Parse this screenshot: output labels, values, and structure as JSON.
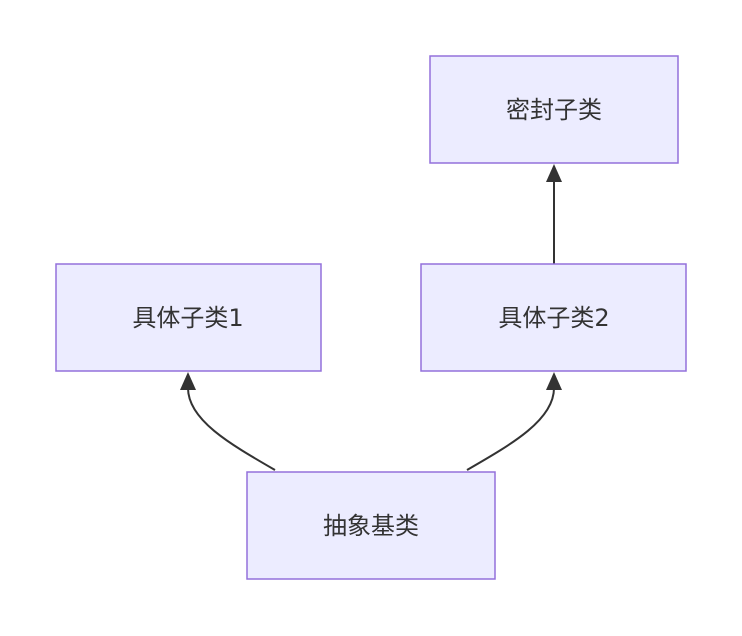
{
  "diagram": {
    "type": "flowchart-bottom-to-top",
    "colors": {
      "node_fill": "#ececff",
      "node_stroke": "#9370db",
      "edge": "#333333",
      "text": "#333333"
    },
    "nodes": {
      "sealed": {
        "label": "密封子类"
      },
      "concrete1": {
        "label": "具体子类1"
      },
      "concrete2": {
        "label": "具体子类2"
      },
      "abstract": {
        "label": "抽象基类"
      }
    },
    "edges": [
      {
        "from": "abstract",
        "to": "concrete1"
      },
      {
        "from": "abstract",
        "to": "concrete2"
      },
      {
        "from": "concrete2",
        "to": "sealed"
      }
    ]
  }
}
